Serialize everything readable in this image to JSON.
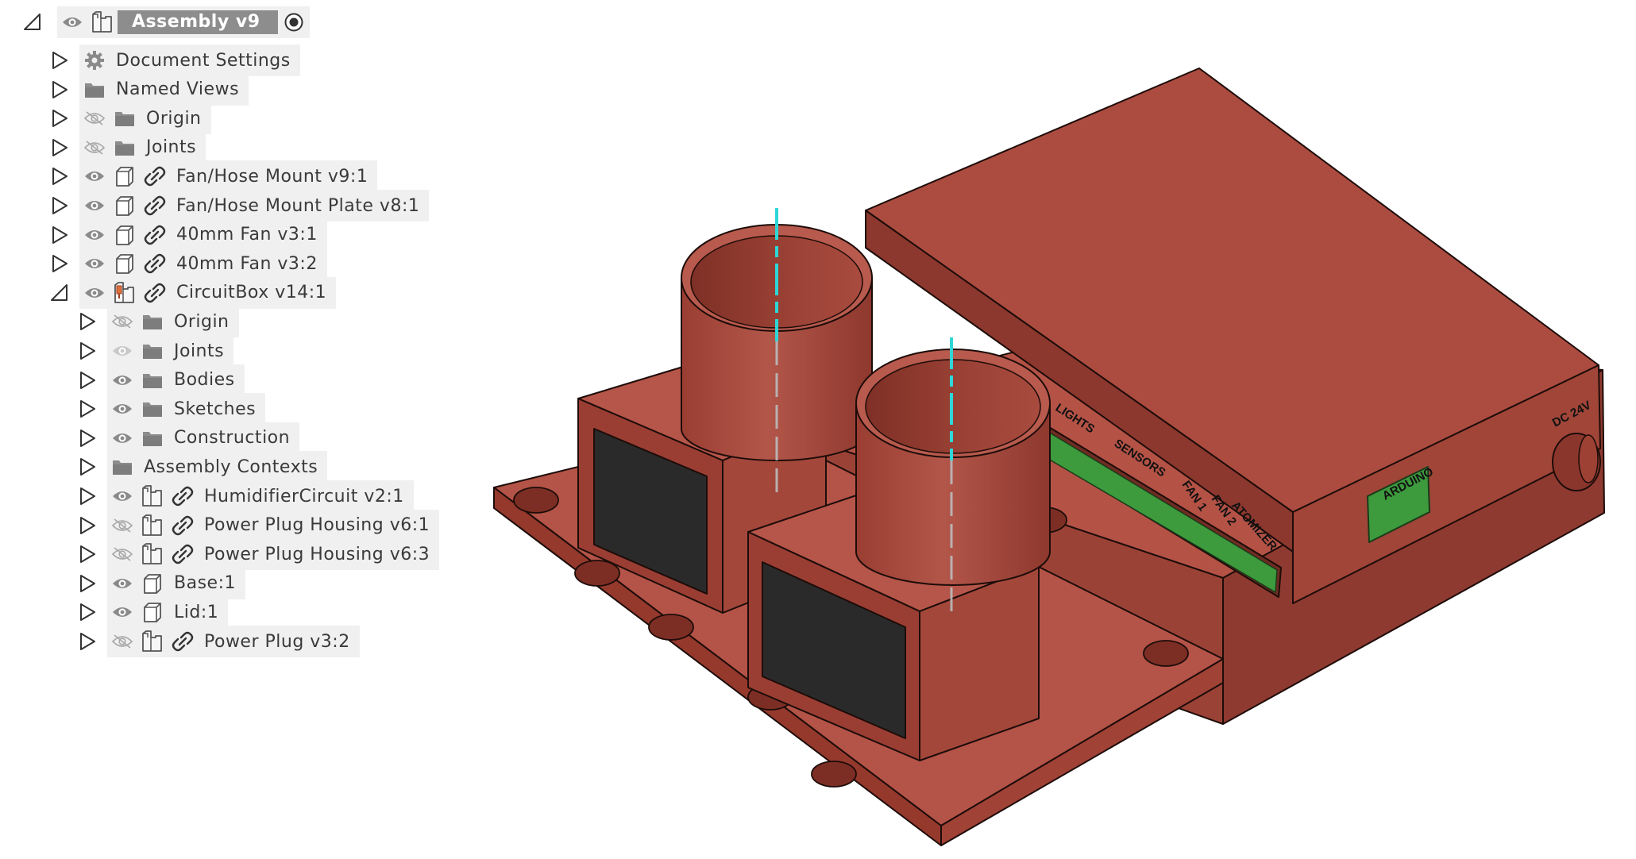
{
  "root": {
    "label": "Assembly v9"
  },
  "tree": [
    {
      "label": "Document Settings",
      "indent": 1,
      "expand": "collapsed",
      "visible": null,
      "type": "settings"
    },
    {
      "label": "Named Views",
      "indent": 1,
      "expand": "collapsed",
      "visible": null,
      "type": "folder"
    },
    {
      "label": "Origin",
      "indent": 1,
      "expand": "collapsed",
      "visible": "hidden",
      "type": "folder"
    },
    {
      "label": "Joints",
      "indent": 1,
      "expand": "collapsed",
      "visible": "hidden",
      "type": "folder"
    },
    {
      "label": "Fan/Hose Mount v9:1",
      "indent": 1,
      "expand": "collapsed",
      "visible": "shown",
      "type": "component-linked"
    },
    {
      "label": "Fan/Hose Mount Plate v8:1",
      "indent": 1,
      "expand": "collapsed",
      "visible": "shown",
      "type": "component-linked"
    },
    {
      "label": "40mm Fan v3:1",
      "indent": 1,
      "expand": "collapsed",
      "visible": "shown",
      "type": "component-linked"
    },
    {
      "label": "40mm Fan v3:2",
      "indent": 1,
      "expand": "collapsed",
      "visible": "shown",
      "type": "component-linked"
    },
    {
      "label": "CircuitBox v14:1",
      "indent": 1,
      "expand": "expanded",
      "visible": "shown",
      "type": "assembly-linked"
    },
    {
      "label": "Origin",
      "indent": 2,
      "expand": "collapsed",
      "visible": "hidden",
      "type": "folder"
    },
    {
      "label": "Joints",
      "indent": 2,
      "expand": "collapsed",
      "visible": "shown-light",
      "type": "folder"
    },
    {
      "label": "Bodies",
      "indent": 2,
      "expand": "collapsed",
      "visible": "shown",
      "type": "folder"
    },
    {
      "label": "Sketches",
      "indent": 2,
      "expand": "collapsed",
      "visible": "shown",
      "type": "folder"
    },
    {
      "label": "Construction",
      "indent": 2,
      "expand": "collapsed",
      "visible": "shown",
      "type": "folder"
    },
    {
      "label": "Assembly Contexts",
      "indent": 2,
      "expand": "collapsed",
      "visible": null,
      "type": "folder"
    },
    {
      "label": "HumidifierCircuit v2:1",
      "indent": 2,
      "expand": "collapsed",
      "visible": "shown",
      "type": "assembly-linked"
    },
    {
      "label": "Power Plug Housing v6:1",
      "indent": 2,
      "expand": "collapsed",
      "visible": "hidden",
      "type": "assembly-linked"
    },
    {
      "label": "Power Plug Housing v6:3",
      "indent": 2,
      "expand": "collapsed",
      "visible": "hidden",
      "type": "assembly-linked"
    },
    {
      "label": "Base:1",
      "indent": 2,
      "expand": "collapsed",
      "visible": "shown",
      "type": "body"
    },
    {
      "label": "Lid:1",
      "indent": 2,
      "expand": "collapsed",
      "visible": "shown",
      "type": "body"
    },
    {
      "label": "Power Plug v3:2",
      "indent": 2,
      "expand": "collapsed",
      "visible": "hidden",
      "type": "assembly-linked"
    }
  ],
  "model": {
    "color": "#a84a3e",
    "axis_color": "#2fd6d6",
    "pcb_color": "#3d9a3d",
    "labels": {
      "lights": "LIGHTS",
      "sensors": "SENSORS",
      "fan1": "FAN 1",
      "fan2": "FAN 2",
      "atomizer": "ATOMIZER",
      "arduino": "ARDUINO",
      "dc": "DC 24V"
    }
  }
}
